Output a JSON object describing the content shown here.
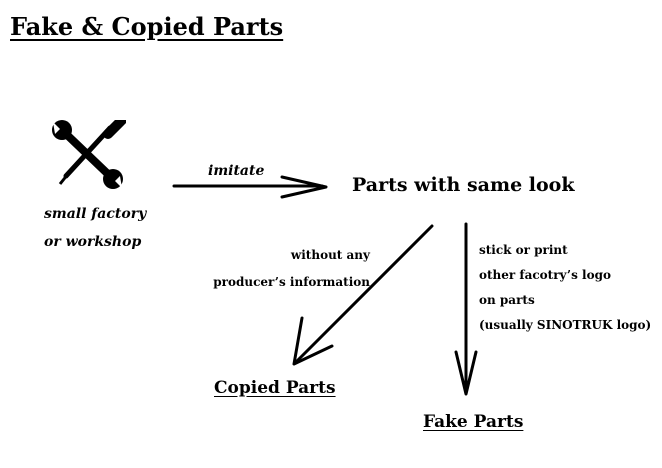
{
  "title": "Fake & Copied Parts",
  "source": {
    "icon": "wrench-and-screwdriver-icon",
    "line1": "small factory",
    "line2": "or workshop"
  },
  "imitate_label": "imitate",
  "center_node": "Parts with same look",
  "left_branch": {
    "line1": "without any",
    "line2": "producer’s information",
    "result": "Copied Parts"
  },
  "right_branch": {
    "line1": "stick or print",
    "line2": "other facotry’s logo",
    "line3": "on parts",
    "line4": "(usually SINOTRUK logo)",
    "result": "Fake Parts"
  },
  "colors": {
    "ink": "#000000",
    "background": "#ffffff"
  }
}
